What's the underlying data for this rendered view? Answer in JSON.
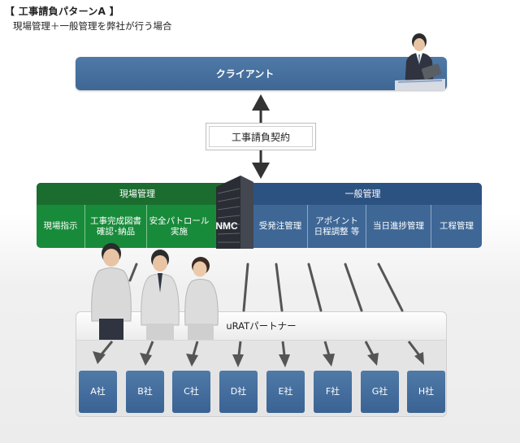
{
  "header": {
    "title": "【 工事請負パターンA 】",
    "subtitle": "現場管理＋一般管理を弊社が行う場合"
  },
  "client": {
    "label": "クライアント"
  },
  "contract": {
    "label": "工事請負契約"
  },
  "company_label": "NMC",
  "genba": {
    "heading": "現場管理",
    "items": [
      "現場指示",
      "工事完成図書\n確認･納品",
      "安全パトロール\n実施"
    ]
  },
  "ippan": {
    "heading": "一般管理",
    "items": [
      "受発注管理",
      "アポイント\n日程調整 等",
      "当日進捗管理",
      "工程管理"
    ]
  },
  "partners": {
    "heading": "uRATパートナー",
    "companies": [
      "A社",
      "B社",
      "C社",
      "D社",
      "E社",
      "F社",
      "G社",
      "H社"
    ]
  },
  "colors": {
    "blue": "#3e6796",
    "green": "#188b3a",
    "dark_green": "#1a6d2f",
    "arrow": "#333333"
  }
}
